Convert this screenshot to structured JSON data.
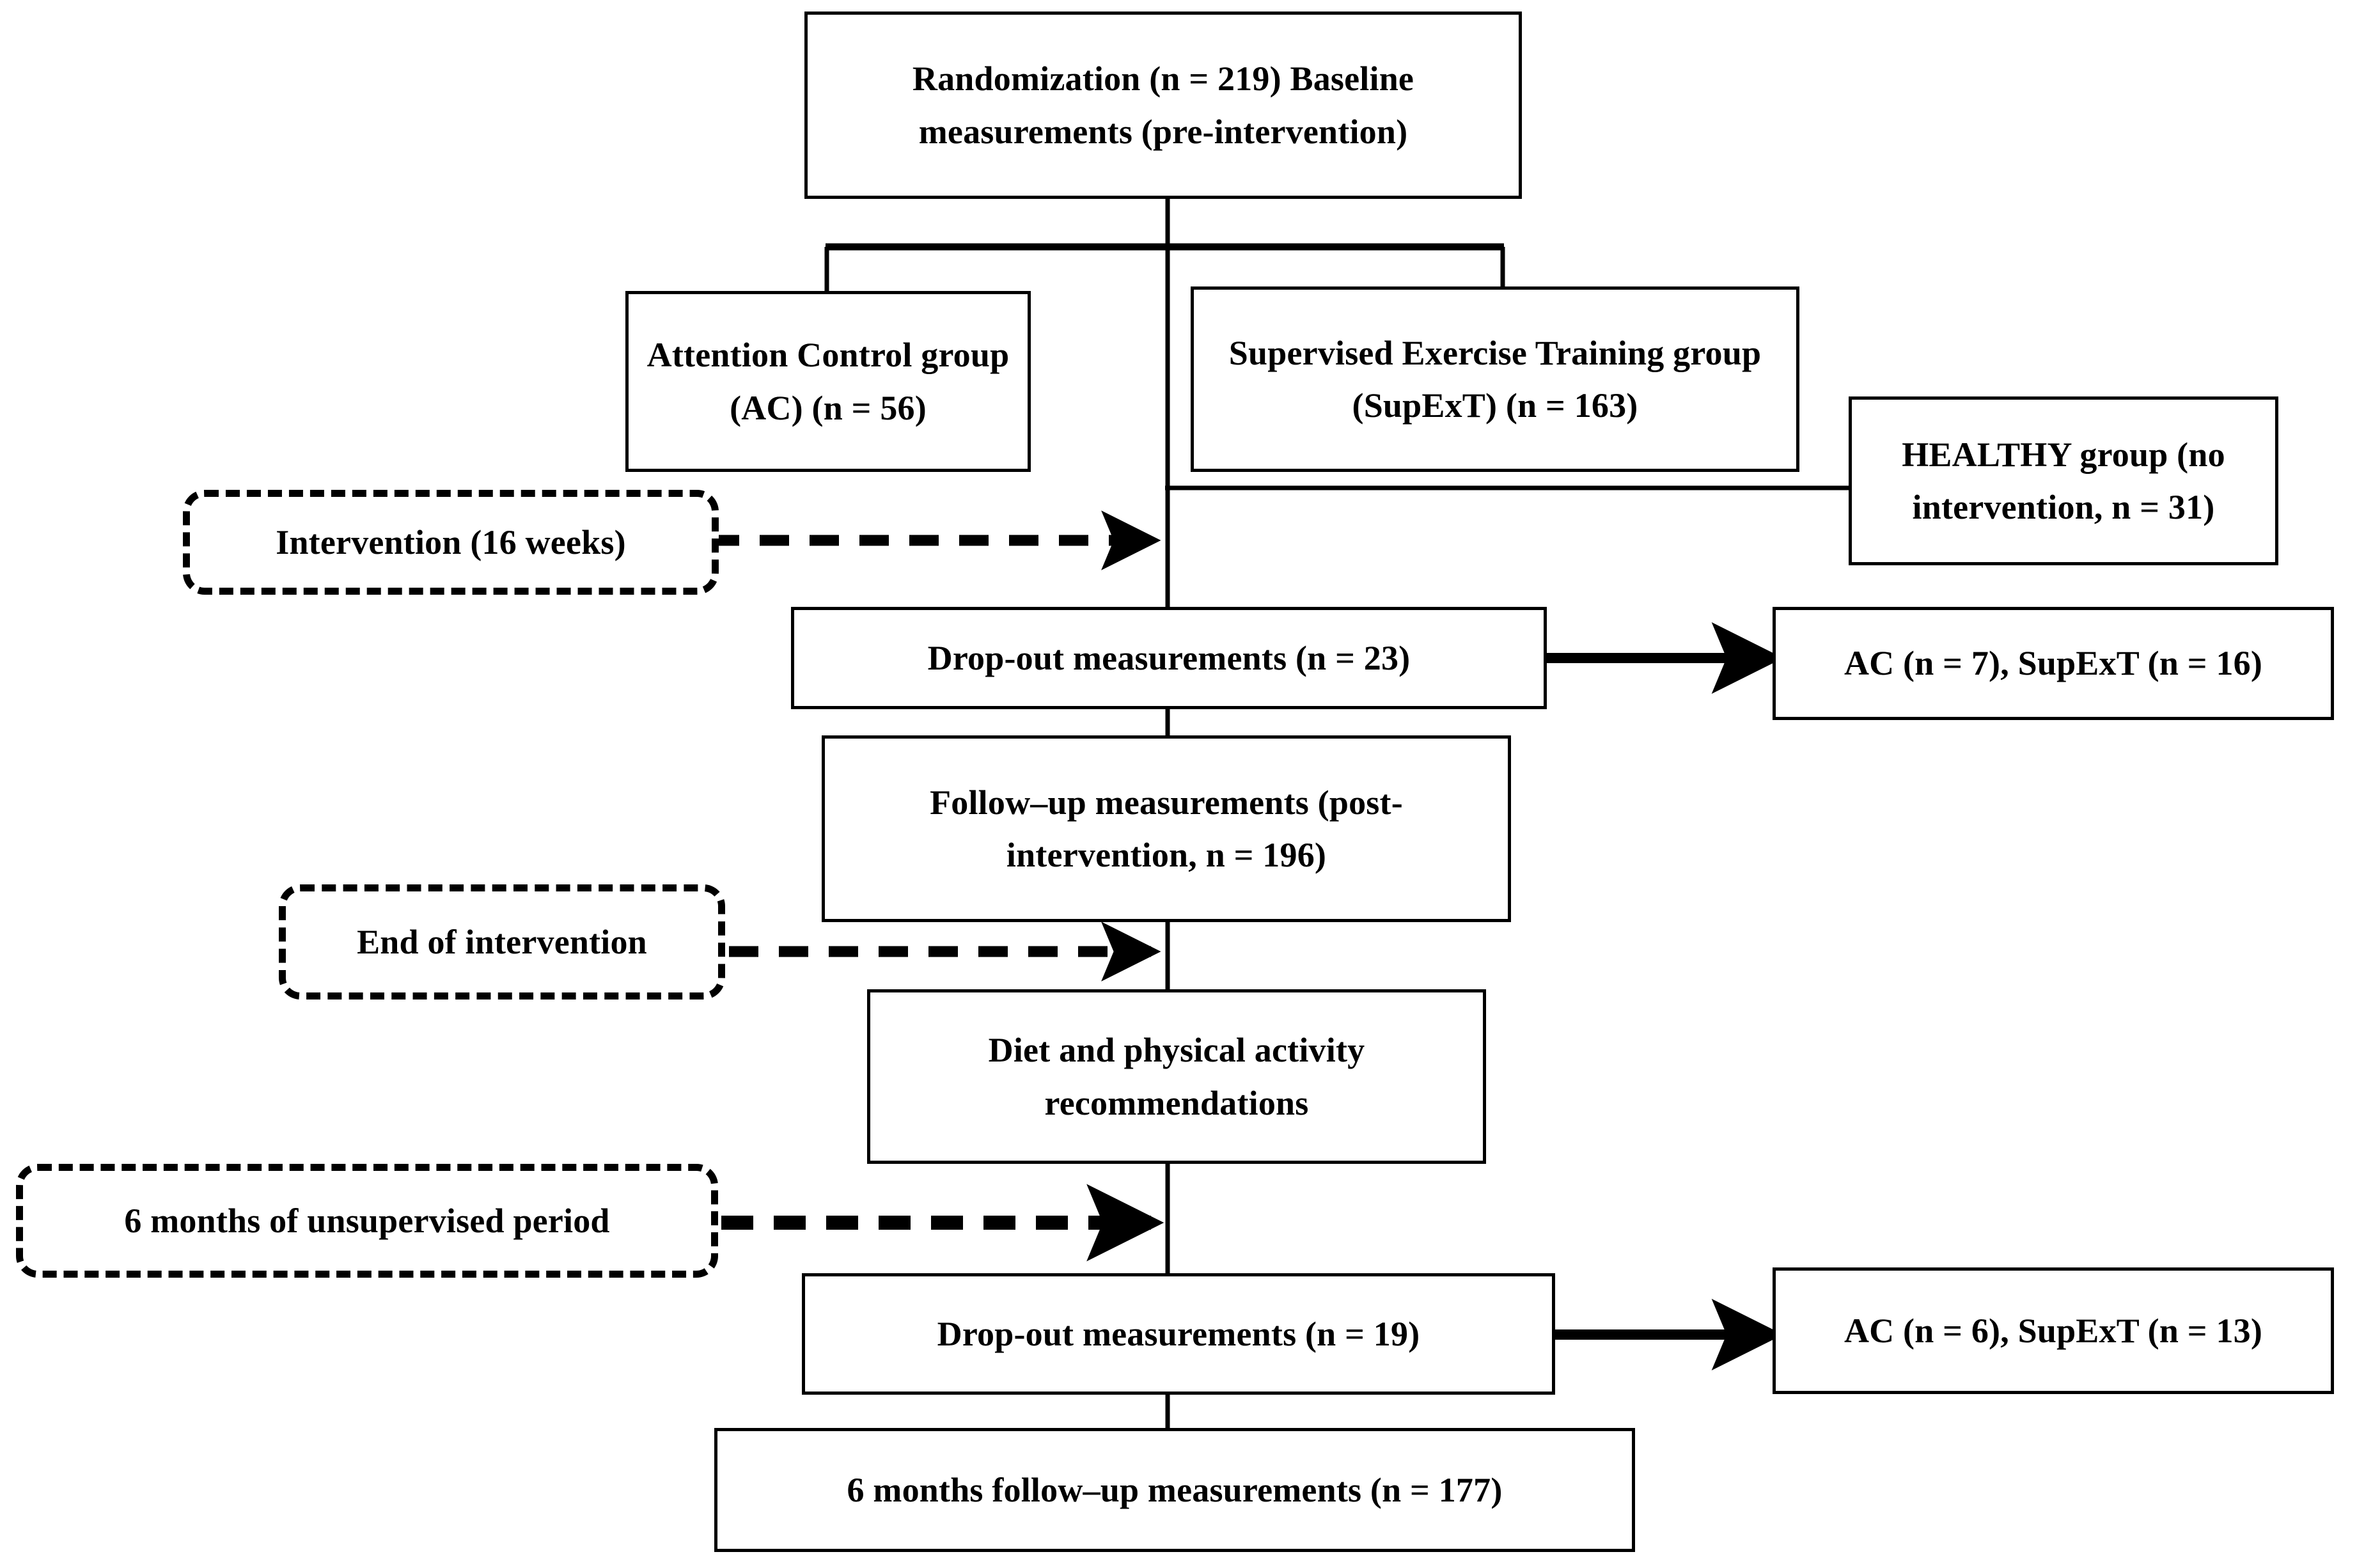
{
  "diagram": {
    "title": "Study flow diagram",
    "type": "flowchart",
    "colors": {
      "line": "#000000",
      "box_fill": "#ffffff",
      "text": "#000000"
    },
    "nodes": [
      {
        "id": "randomization",
        "style": "solid",
        "text": "Randomization (n = 219) Baseline measurements (pre-intervention)"
      },
      {
        "id": "attention-control",
        "style": "solid",
        "text": "Attention Control group (AC) (n = 56)"
      },
      {
        "id": "supervised-exercise",
        "style": "solid",
        "text": "Supervised Exercise Training group (SupExT) (n = 163)"
      },
      {
        "id": "healthy-group",
        "style": "solid",
        "text": "HEALTHY group (no intervention, n = 31)"
      },
      {
        "id": "intervention-16-weeks",
        "style": "dashed",
        "text": "Intervention (16 weeks)"
      },
      {
        "id": "dropout-1",
        "style": "solid",
        "text": "Drop-out measurements (n = 23)"
      },
      {
        "id": "dropout-1-breakdown",
        "style": "solid",
        "text": "AC (n = 7), SupExT (n = 16)"
      },
      {
        "id": "followup-post",
        "style": "solid",
        "text": "Follow–up measurements (post-intervention, n = 196)"
      },
      {
        "id": "end-of-intervention",
        "style": "dashed",
        "text": "End of intervention"
      },
      {
        "id": "diet-activity",
        "style": "solid",
        "text": "Diet and physical activity recommendations"
      },
      {
        "id": "unsupervised-period",
        "style": "dashed",
        "text": "6 months of unsupervised period"
      },
      {
        "id": "dropout-2",
        "style": "solid",
        "text": "Drop-out measurements (n = 19)"
      },
      {
        "id": "dropout-2-breakdown",
        "style": "solid",
        "text": "AC (n = 6), SupExT (n = 13)"
      },
      {
        "id": "followup-6-months",
        "style": "solid",
        "text": "6 months follow–up measurements (n = 177)"
      }
    ],
    "edges": [
      {
        "id": "edge-randomization-split",
        "from": "randomization",
        "to": "attention-control",
        "kind": "solid-branch"
      },
      {
        "id": "edge-randomization-supexT",
        "from": "randomization",
        "to": "supervised-exercise",
        "kind": "solid-branch"
      },
      {
        "id": "edge-spine-healthy",
        "from": "spine",
        "to": "healthy-group",
        "kind": "solid"
      },
      {
        "id": "edge-intervention-spine",
        "from": "intervention-16-weeks",
        "to": "spine",
        "kind": "dashed-arrow"
      },
      {
        "id": "edge-spine-dropout1",
        "from": "spine",
        "to": "dropout-1",
        "kind": "solid"
      },
      {
        "id": "edge-dropout1-breakdown",
        "from": "dropout-1",
        "to": "dropout-1-breakdown",
        "kind": "solid-arrow"
      },
      {
        "id": "edge-dropout1-followup",
        "from": "dropout-1",
        "to": "followup-post",
        "kind": "solid"
      },
      {
        "id": "edge-endintervention-spine",
        "from": "end-of-intervention",
        "to": "spine",
        "kind": "dashed-arrow"
      },
      {
        "id": "edge-spine-diet",
        "from": "spine",
        "to": "diet-activity",
        "kind": "solid"
      },
      {
        "id": "edge-unsupervised-spine",
        "from": "unsupervised-period",
        "to": "spine",
        "kind": "dashed-arrow"
      },
      {
        "id": "edge-spine-dropout2",
        "from": "spine",
        "to": "dropout-2",
        "kind": "solid"
      },
      {
        "id": "edge-dropout2-breakdown",
        "from": "dropout-2",
        "to": "dropout-2-breakdown",
        "kind": "solid-arrow"
      },
      {
        "id": "edge-dropout2-followup6",
        "from": "dropout-2",
        "to": "followup-6-months",
        "kind": "solid"
      }
    ]
  }
}
